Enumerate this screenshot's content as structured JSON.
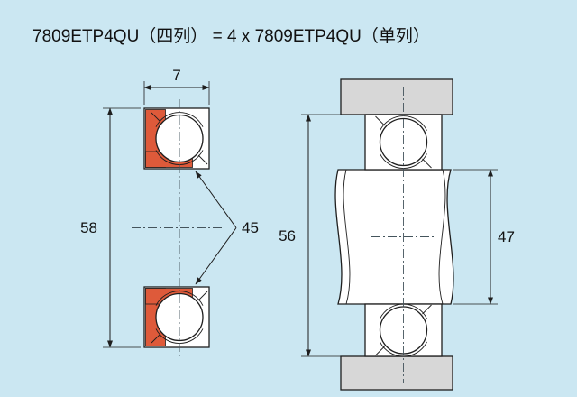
{
  "title": "7809ETP4QU（四列） = 4 x 7809ETP4QU（单列）",
  "colors": {
    "background": "#cbe7f2",
    "cage": "#de5a3a",
    "housing": "#d7d7d7"
  },
  "left_diagram": {
    "width": "7",
    "outer_diameter": "58",
    "bore_diameter": "45"
  },
  "right_diagram": {
    "housing_shoulder_diameter": "56",
    "shaft_shoulder_diameter": "47"
  }
}
